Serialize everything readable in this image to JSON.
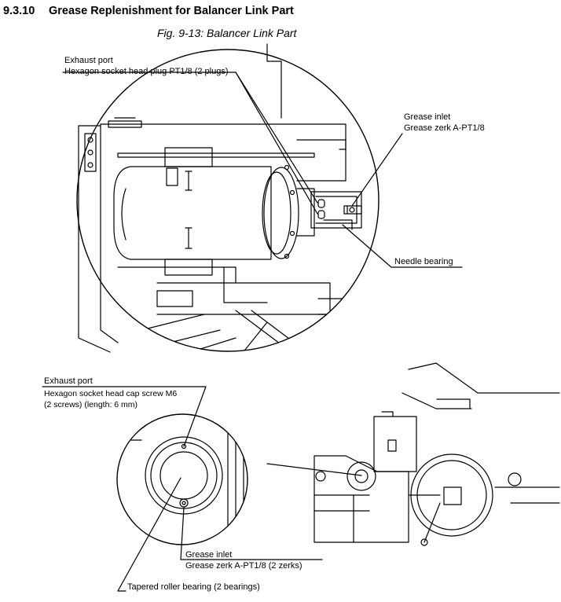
{
  "section": {
    "number": "9.3.10",
    "title": "Grease Replenishment for Balancer Link Part"
  },
  "figure_caption": "Fig. 9-13: Balancer Link Part",
  "top_view": {
    "exhaust_port": {
      "title": "Exhaust port",
      "detail": "Hexagon socket head plug PT1/8 (2 plugs)"
    },
    "grease_inlet": {
      "title": "Grease inlet",
      "detail": "Grease zerk A-PT1/8"
    },
    "needle_bearing": "Needle bearing"
  },
  "bottom_view": {
    "exhaust_port": {
      "title": "Exhaust port",
      "detail_1": "Hexagon socket head cap screw M6",
      "detail_2": "(2 screws) (length: 6 mm)"
    },
    "grease_inlet": {
      "title": "Grease inlet",
      "detail": "Grease zerk A-PT1/8 (2 zerks)"
    },
    "tapered_roller_bearing": "Tapered roller bearing (2 bearings)"
  }
}
